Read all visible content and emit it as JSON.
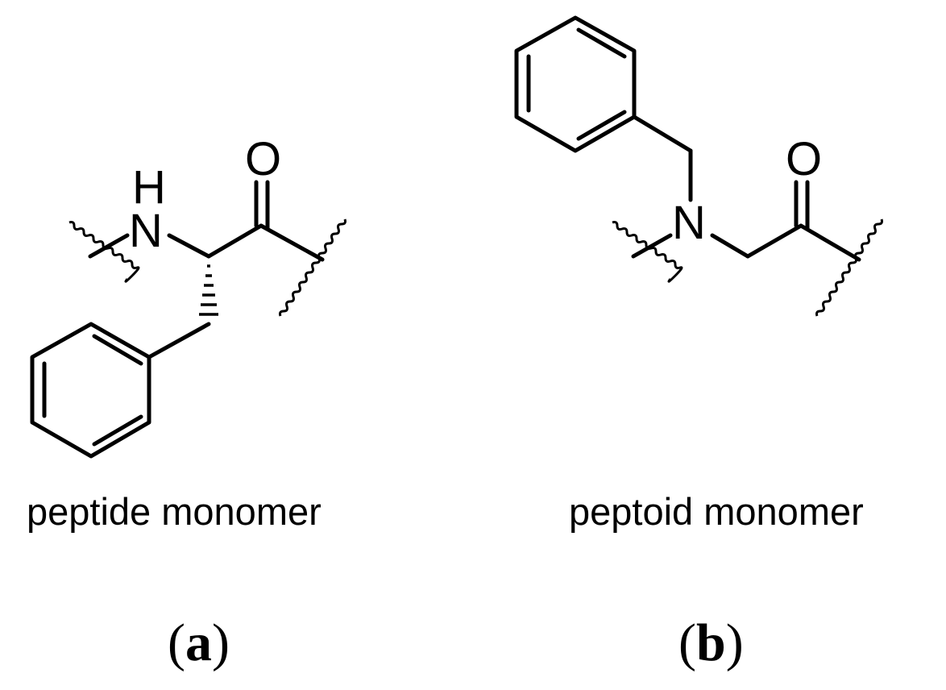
{
  "panel_a": {
    "atoms": {
      "nh_h": "H",
      "nh_n": "N",
      "carbonyl_o": "O"
    },
    "caption": "peptide monomer",
    "label_open": "(",
    "label_letter": "a",
    "label_close": ")"
  },
  "panel_b": {
    "atoms": {
      "n": "N",
      "carbonyl_o": "O"
    },
    "caption": "peptoid monomer",
    "label_open": "(",
    "label_letter": "b",
    "label_close": ")"
  }
}
